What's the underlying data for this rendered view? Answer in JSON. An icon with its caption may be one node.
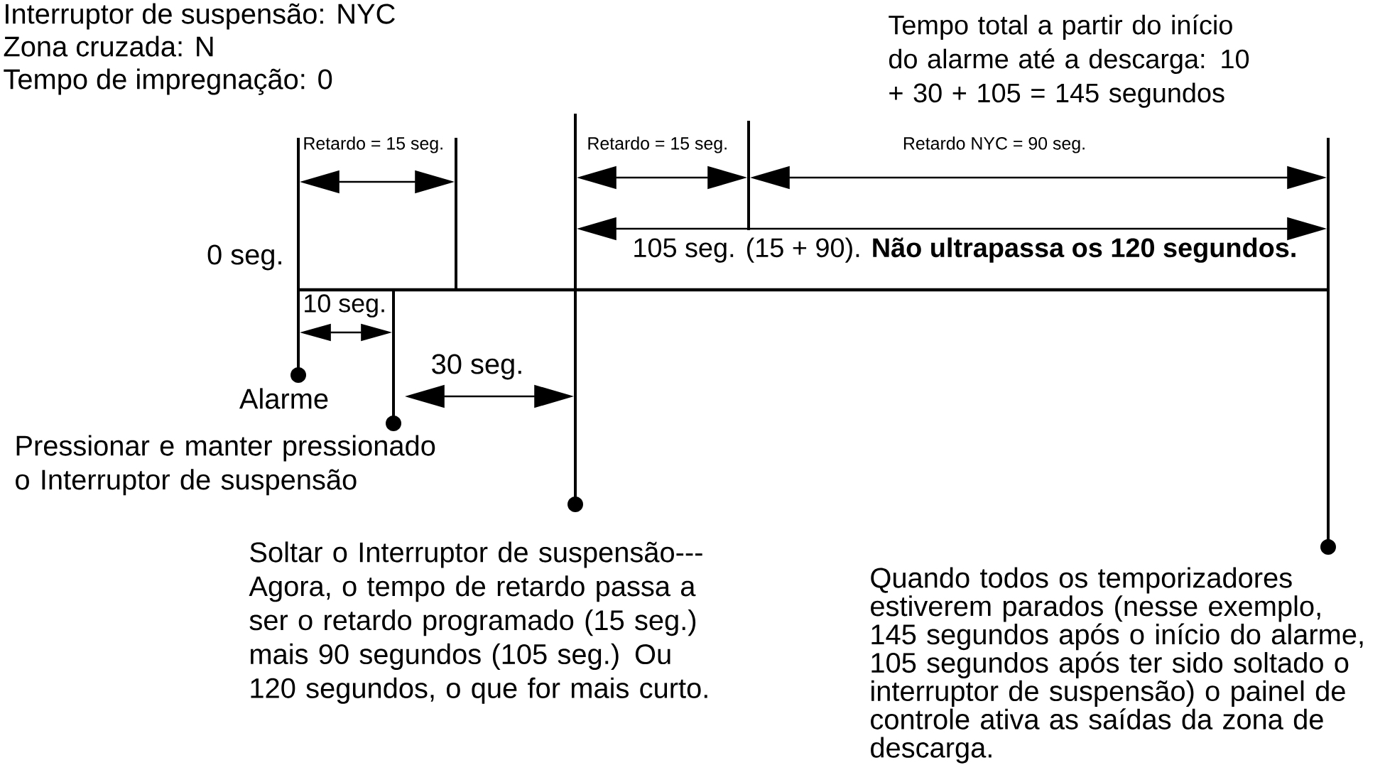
{
  "diagram": {
    "labels": [
      "Interruptor de suspensão: NYC",
      "Zona cruzada: N",
      "Tempo de impregnação: 0",
      "Tempo total a partir do início do alarme até a descarga: 10 + 30 + 105 = 145 segundos",
      "Retardo = 15 seg.",
      "Retardo = 15 seg.",
      "Retardo NYC = 90 seg.",
      "0 seg.",
      "105 seg. (15 + 90). **Não ultrapassa os 120 segundos.**",
      "10 seg.",
      "30 seg.",
      "Alarme",
      "Pressionar e manter pressionado o Interruptor de suspensão",
      "Soltar o Interruptor de suspensão--- Agora, o tempo de retardo passa a ser o retardo programado (15 seg.) mais 90 segundos (105 seg.) Ou 120 segundos, o que for mais curto.",
      "Quando todos os temporizadores estiverem parados (nesse exemplo, 145 segundos após o início do alarme, 105 segundos após ter sido soltado o interruptor de suspensão) o painel de controle ativa as saídas da zona de descarga."
    ]
  }
}
